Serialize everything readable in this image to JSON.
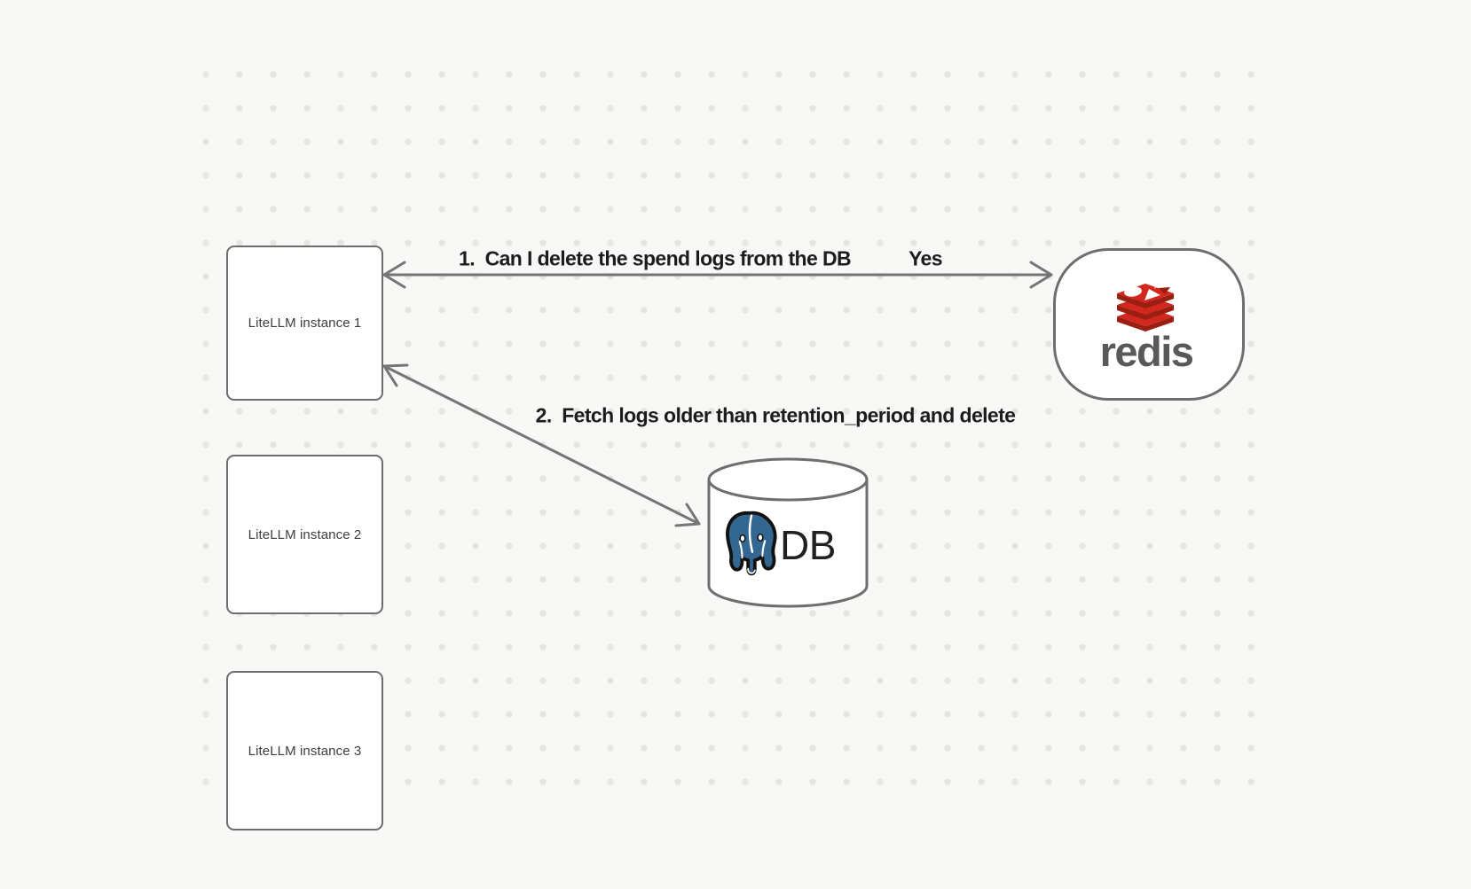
{
  "canvas": {
    "background_color": "#f8f8f7",
    "dot_grid_color": "#e5e5e2",
    "shape_border_color": "#6e6e6e",
    "arrow_color": "#757575",
    "label_text_color": "#1c1c1e"
  },
  "nodes": {
    "litellm_instances": [
      {
        "label": "LiteLLM instance 1"
      },
      {
        "label": "LiteLLM instance 2"
      },
      {
        "label": "LiteLLM instance 3"
      }
    ],
    "redis": {
      "wordmark": "redis",
      "icon": "redis-stack-icon",
      "brand_red": "#d2271d",
      "brand_dark_red": "#9a1e12",
      "wordmark_color": "#58595b"
    },
    "database": {
      "label": "DB",
      "icon": "postgresql-elephant-icon",
      "brand_blue": "#336791"
    }
  },
  "arrows": [
    {
      "number": "1",
      "label": "1.  Can I delete the spend logs from the DB",
      "response": "Yes",
      "between": [
        "LiteLLM instance 1",
        "redis"
      ],
      "heads": "both-ends"
    },
    {
      "number": "2",
      "label": "2.  Fetch logs older than retention_period and delete",
      "between": [
        "LiteLLM instance 1",
        "DB"
      ],
      "heads": "both-ends"
    }
  ]
}
